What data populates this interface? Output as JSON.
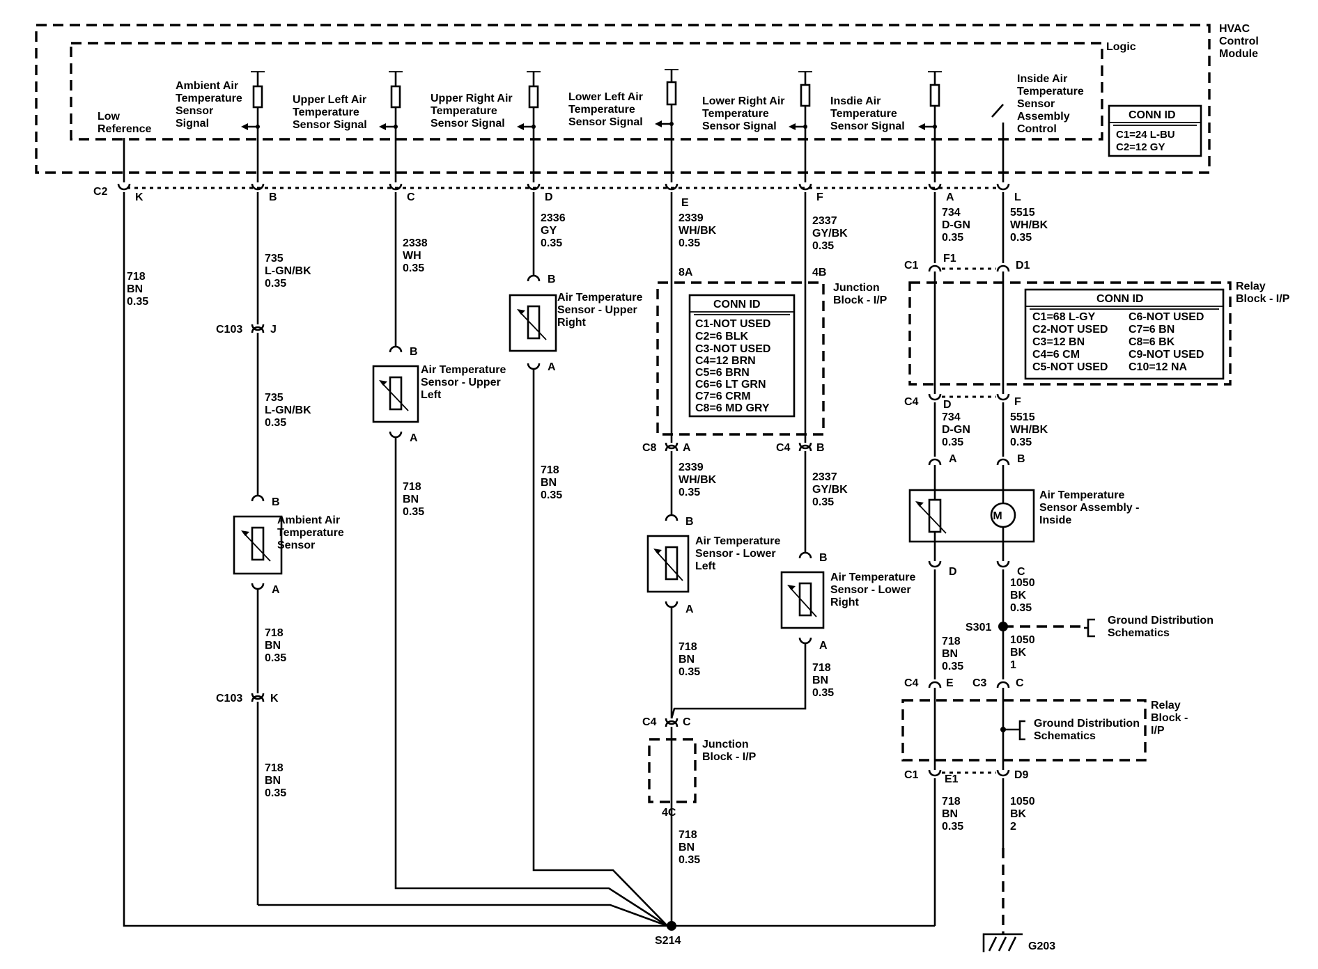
{
  "module": {
    "title": [
      "HVAC",
      "Control",
      "Module"
    ],
    "logic_label": "Logic"
  },
  "signals": {
    "low_ref": [
      "Low",
      "Reference"
    ],
    "ambient": [
      "Ambient Air",
      "Temperature",
      "Sensor",
      "Signal"
    ],
    "upper_left": [
      "Upper Left Air",
      "Temperature",
      "Sensor Signal"
    ],
    "upper_right": [
      "Upper Right Air",
      "Temperature",
      "Sensor Signal"
    ],
    "lower_left": [
      "Lower Left Air",
      "Temperature",
      "Sensor Signal"
    ],
    "lower_right": [
      "Lower Right Air",
      "Temperature",
      "Sensor Signal"
    ],
    "inside": [
      "Insdie Air",
      "Temperature",
      "Sensor Signal"
    ],
    "inside_ctrl": [
      "Inside Air",
      "Temperature",
      "Sensor",
      "Assembly",
      "Control"
    ]
  },
  "module_conn": {
    "header": "CONN ID",
    "lines": [
      "C1=24 L-BU",
      "C2=12 GY"
    ]
  },
  "pins": {
    "c2": "C2",
    "K": "K",
    "B": "B",
    "C": "C",
    "D": "D",
    "E": "E",
    "F": "F",
    "A": "A",
    "L": "L",
    "c103a": "C103",
    "J": "J",
    "c103b": "C103",
    "K2": "K",
    "c1a": "C1",
    "F1": "F1",
    "D1": "D1",
    "c4a": "C4",
    "Fp": "F",
    "c8": "C8",
    "c4b": "C4",
    "c4c": "C4",
    "c4d": "C4",
    "c3": "C3",
    "c1b": "C1",
    "E1": "E1",
    "D9": "D9",
    "8A": "8A",
    "4B": "4B",
    "4C": "4C",
    "s214": "S214",
    "s301": "S301",
    "g203": "G203"
  },
  "wires": {
    "w718_bn": [
      "718",
      "BN",
      "0.35"
    ],
    "w735": [
      "735",
      "L-GN/BK",
      "0.35"
    ],
    "w2338": [
      "2338",
      "WH",
      "0.35"
    ],
    "w2336": [
      "2336",
      "GY",
      "0.35"
    ],
    "w2339": [
      "2339",
      "WH/BK",
      "0.35"
    ],
    "w2337": [
      "2337",
      "GY/BK",
      "0.35"
    ],
    "w734": [
      "734",
      "D-GN",
      "0.35"
    ],
    "w5515": [
      "5515",
      "WH/BK",
      "0.35"
    ],
    "w1050a": [
      "1050",
      "BK",
      "0.35"
    ],
    "w1050b": [
      "1050",
      "BK",
      "1"
    ],
    "w1050c": [
      "1050",
      "BK",
      "2"
    ]
  },
  "sensors": {
    "ambient": [
      "Ambient Air",
      "Temperature",
      "Sensor"
    ],
    "upper_left": [
      "Air Temperature",
      "Sensor - Upper",
      "Left"
    ],
    "upper_right": [
      "Air Temperature",
      "Sensor - Upper",
      "Right"
    ],
    "lower_left": [
      "Air Temperature",
      "Sensor - Lower",
      "Left"
    ],
    "lower_right": [
      "Air Temperature",
      "Sensor - Lower",
      "Right"
    ],
    "inside": [
      "Air Temperature",
      "Sensor Assembly -",
      "Inside"
    ],
    "motor": "M"
  },
  "junction_block": {
    "label": [
      "Junction",
      "Block - I/P"
    ],
    "conn_header": "CONN ID",
    "conn_lines": [
      "C1-NOT USED",
      "C2=6 BLK",
      "C3-NOT USED",
      "C4=12 BRN",
      "C5=6 BRN",
      "C6=6 LT GRN",
      "C7=6 CRM",
      "C8=6 MD GRY"
    ],
    "bottom_label": [
      "Junction",
      "Block - I/P"
    ]
  },
  "relay_block": {
    "label": [
      "Relay",
      "Block - I/P"
    ],
    "conn_header": "CONN ID",
    "conn_left": [
      "C1=68 L-GY",
      "C2-NOT USED",
      "C3=12 BN",
      "C4=6 CM",
      "C5-NOT USED"
    ],
    "conn_right": [
      "C6-NOT USED",
      "C7=6 BN",
      "C8=6 BK",
      "C9-NOT USED",
      "C10=12 NA"
    ],
    "bottom_label": [
      "Relay",
      "Block -",
      "I/P"
    ]
  },
  "ground": {
    "dist_a": [
      "Ground Distribution",
      "Schematics"
    ],
    "dist_b": [
      "Ground Distribution",
      "Schematics"
    ]
  }
}
